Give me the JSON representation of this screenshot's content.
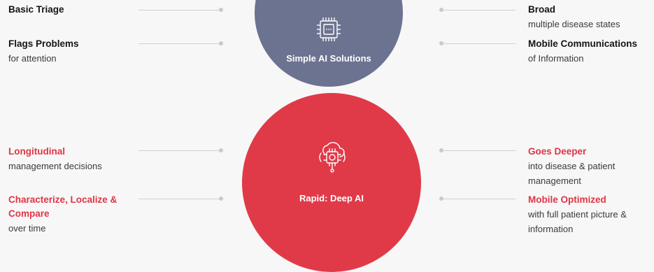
{
  "top": {
    "circle_label": "Simple AI Solutions",
    "circle_color": "#6c7390",
    "left": [
      {
        "title": "Basic Triage",
        "sub": ""
      },
      {
        "title": "Flags Problems",
        "sub": "for attention"
      }
    ],
    "right": [
      {
        "title": "Broad",
        "sub": "multiple disease states"
      },
      {
        "title": "Mobile Communications",
        "sub": "of Information"
      }
    ]
  },
  "bottom": {
    "circle_label": "Rapid: Deep AI",
    "circle_color": "#e03a48",
    "left": [
      {
        "title": "Longitudinal",
        "sub": "management decisions"
      },
      {
        "title": "Characterize, Localize &",
        "title2": "Compare",
        "sub": "over time"
      }
    ],
    "right": [
      {
        "title": "Goes Deeper",
        "sub": "into disease & patient",
        "sub2": "management"
      },
      {
        "title": "Mobile Optimized",
        "sub": "with full patient picture &",
        "sub2": "information"
      }
    ]
  },
  "colors": {
    "accent_red": "#e03445",
    "slate": "#6c7390"
  },
  "icons": {
    "top": "chip-icon",
    "bottom": "cloud-chip-icon"
  }
}
